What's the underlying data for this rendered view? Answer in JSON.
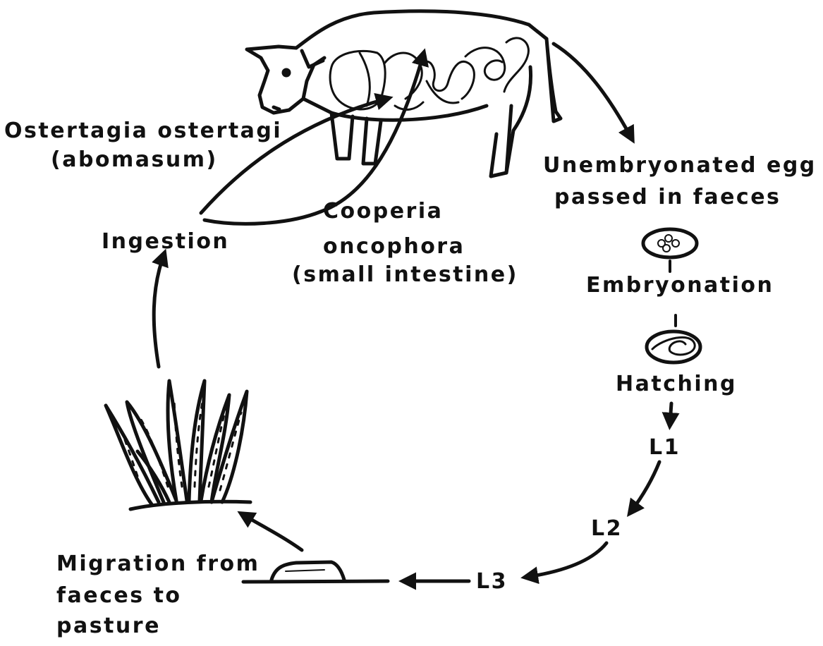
{
  "diagram": {
    "hosts": {
      "ostertagia": {
        "line1": "Ostertagia ostertagi",
        "line2": "(abomasum)"
      },
      "cooperia": {
        "line1": "Cooperia",
        "line2": "oncophora",
        "line3": "(small intestine)"
      }
    },
    "stages": {
      "egg": {
        "line1": "Unembryonated egg",
        "line2": "passed in faeces"
      },
      "embryonation": "Embryonation",
      "hatching": "Hatching",
      "l1": "L1",
      "l2": "L2",
      "l3": "L3",
      "migration": {
        "line1": "Migration from",
        "line2": "faeces to",
        "line3": "pasture"
      },
      "ingestion": "Ingestion"
    },
    "icons": [
      "cow-icon",
      "egg-icon",
      "embryonated-egg-icon",
      "grass-icon",
      "faeces-pat-icon"
    ],
    "ink_color": "#111111"
  }
}
